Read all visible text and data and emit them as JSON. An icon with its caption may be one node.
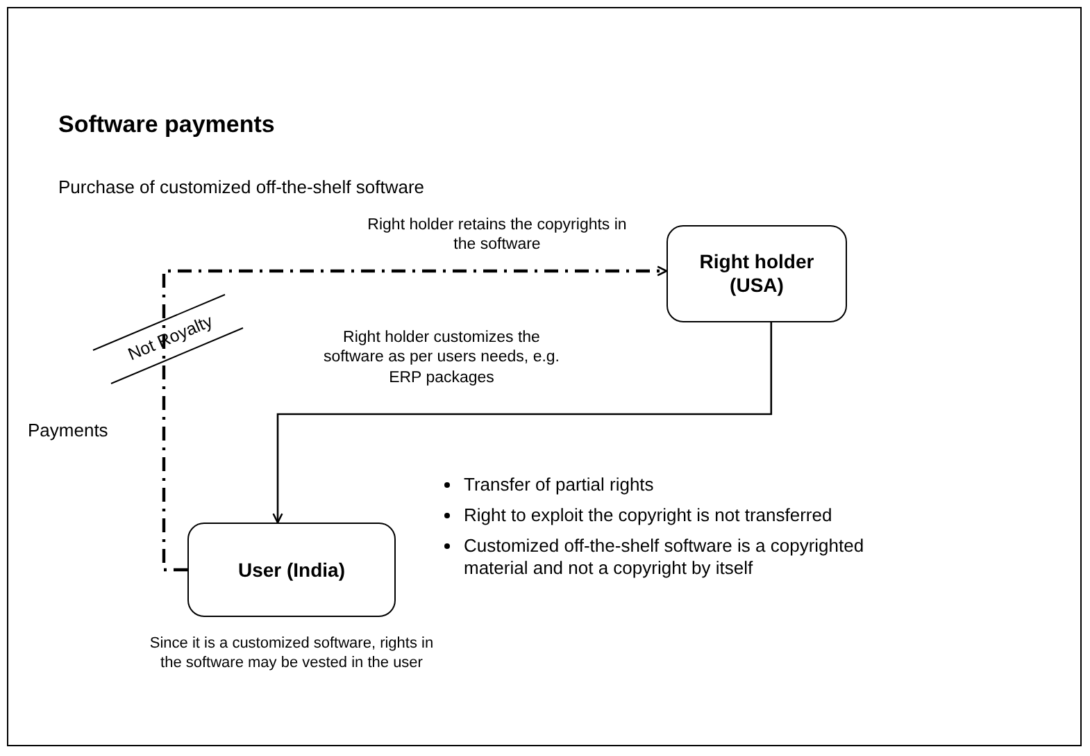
{
  "diagram": {
    "title": "Software payments",
    "nodes": [
      {
        "text": [
          "Right holder (USA)"
        ]
      },
      {
        "text": [
          "User (India)"
        ],
        "beside": [
          "Since it is a customized software, rights in the software may be vested in the user"
        ]
      }
    ],
    "edges": [
      {
        "from": 1,
        "to": 0,
        "arrow": "to",
        "style": "dashed",
        "label": "Payments"
      },
      {
        "from": 0,
        "to": 1,
        "arrow": "to",
        "label": "Right holder customizes the software as per users needs, e.g. ERP packages"
      }
    ],
    "labels": [
      "Purchase of customized off-the-shelf software",
      "Right holder retains the copyrights in the software",
      "Not Royalty",
      "Transfer of partial rights",
      "Right to exploit the copyright is not transferred",
      "Customized off-the-shelf software is a copyrighted material and not a copyright by itself"
    ]
  }
}
